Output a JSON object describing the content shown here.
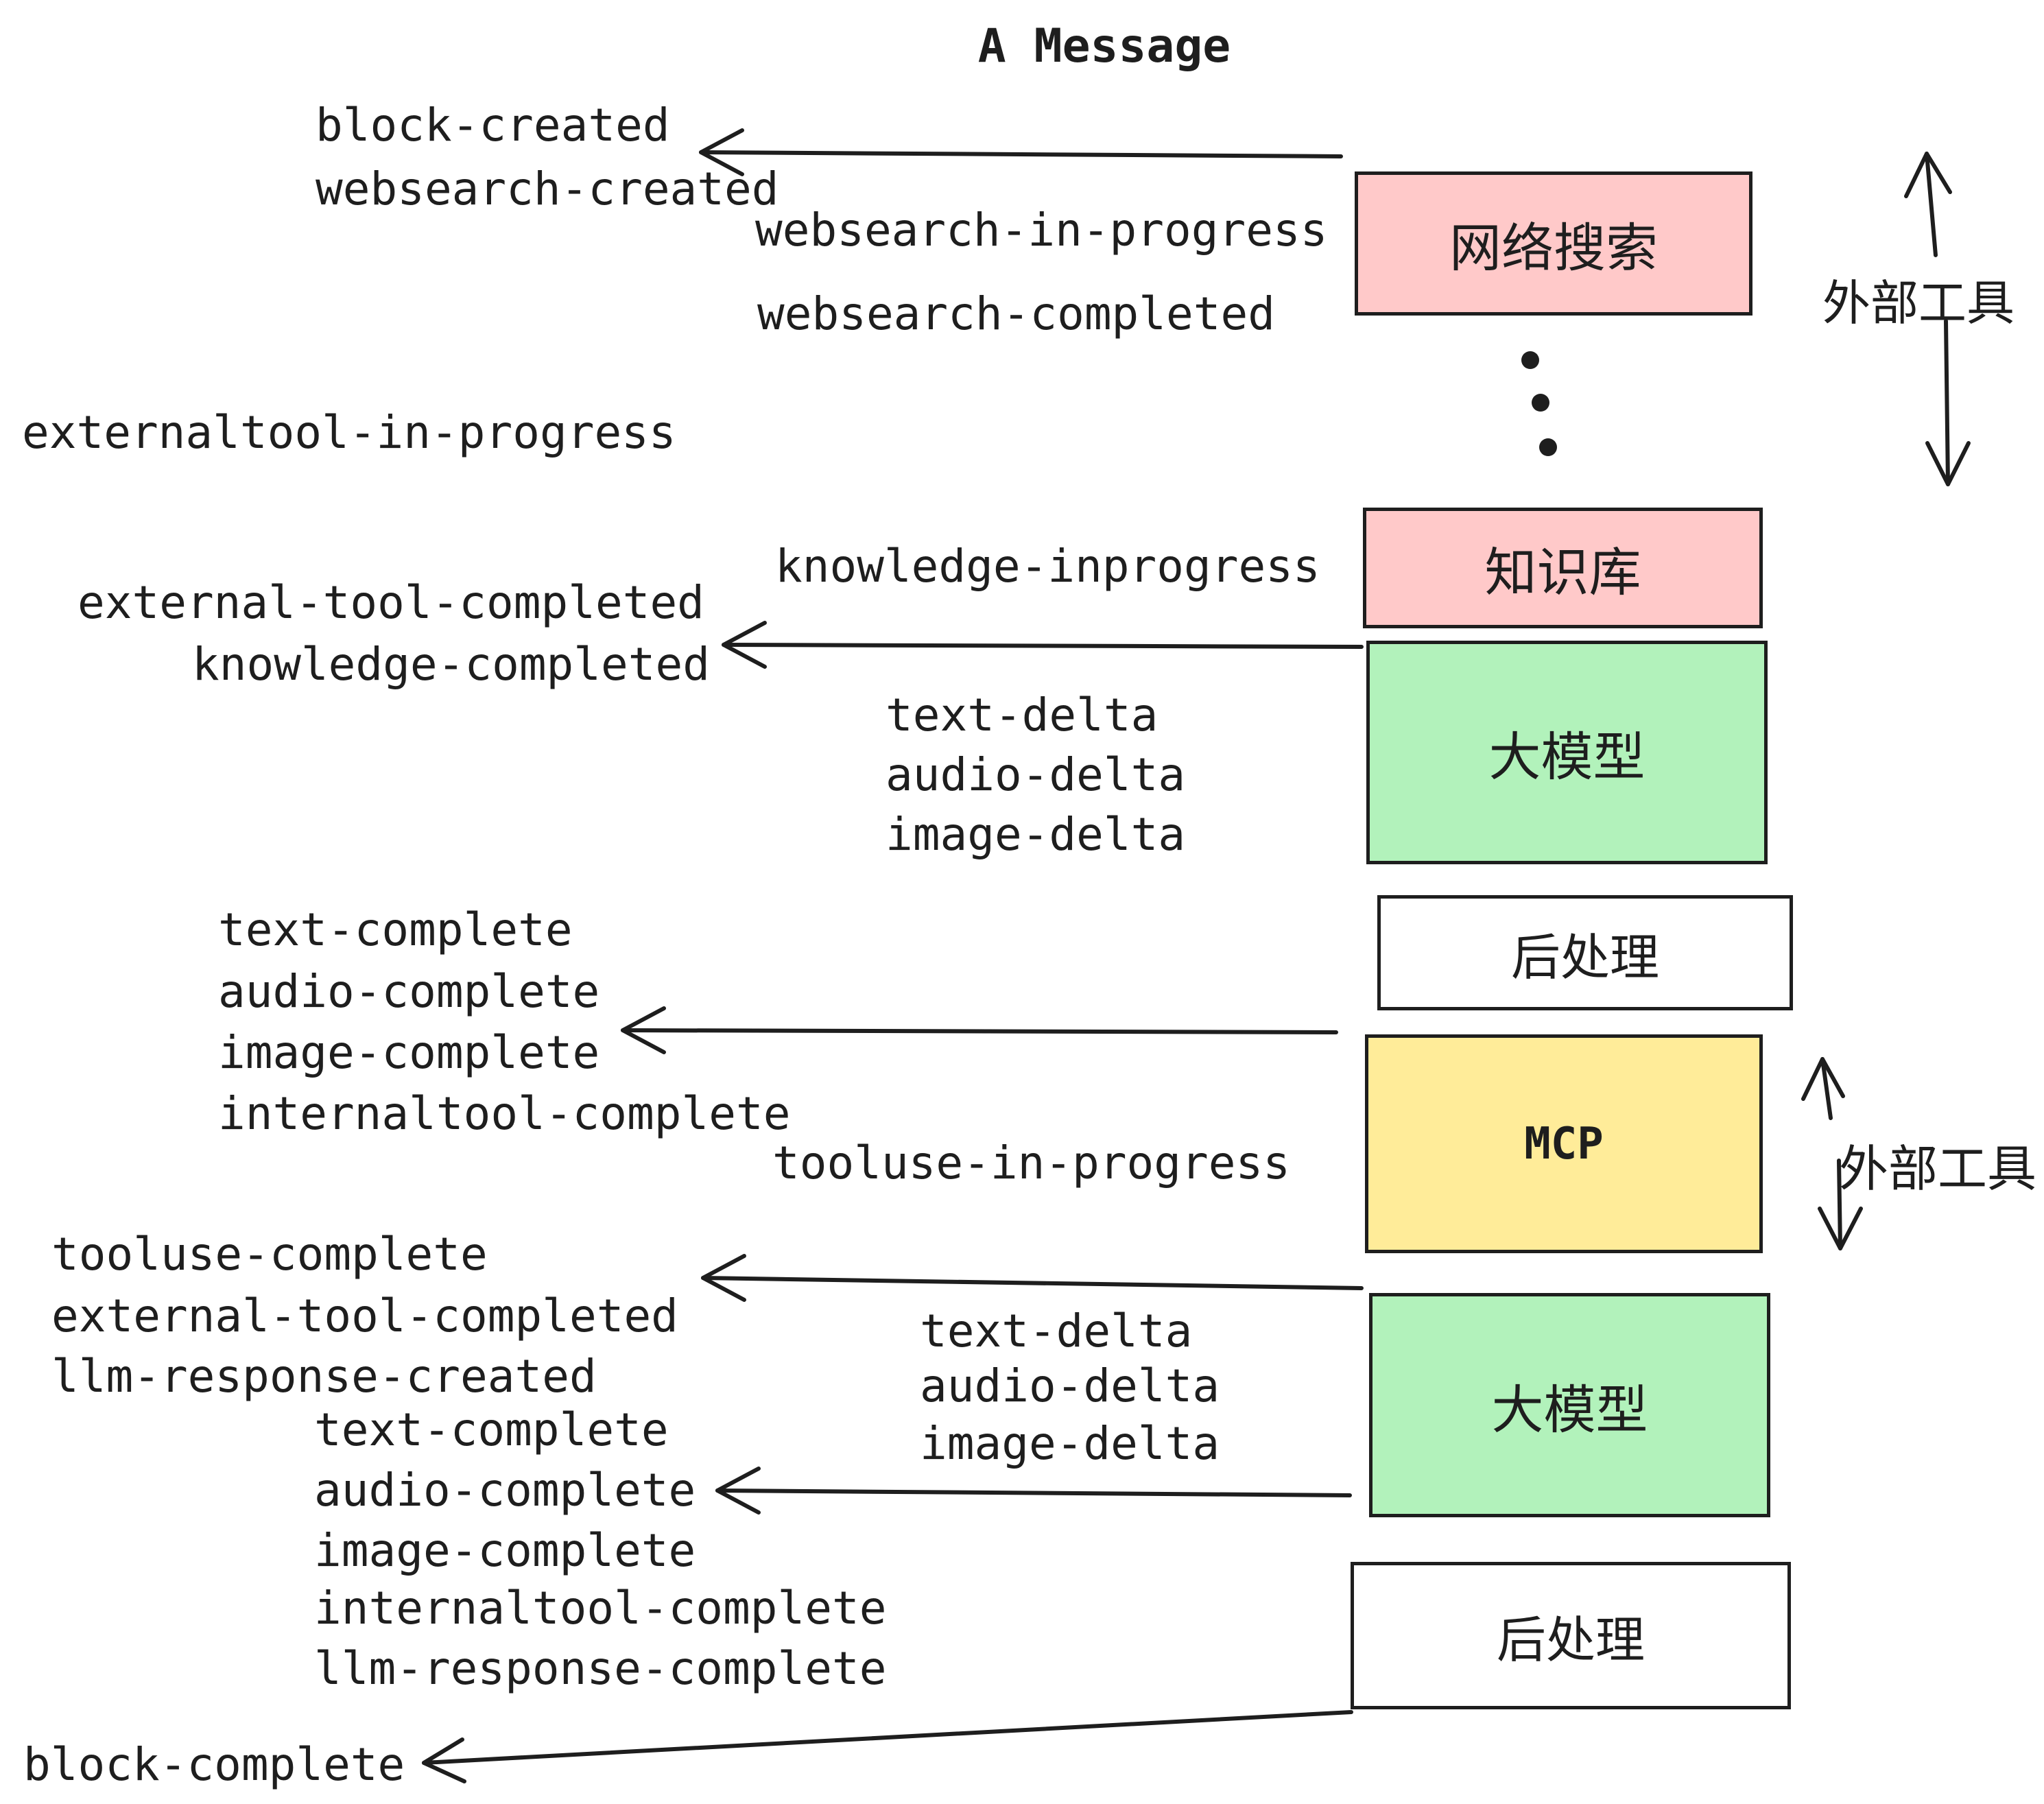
{
  "title": "A Message",
  "boxes": {
    "websearch": {
      "label": "网络搜索",
      "fill": "#ffc9c9"
    },
    "knowledge": {
      "label": "知识库",
      "fill": "#ffc9c9"
    },
    "llm1": {
      "label": "大模型",
      "fill": "#b2f2bb"
    },
    "post1": {
      "label": "后处理",
      "fill": "#ffffff"
    },
    "mcp": {
      "label": "MCP",
      "fill": "#ffec99"
    },
    "llm2": {
      "label": "大模型",
      "fill": "#b2f2bb"
    },
    "post2": {
      "label": "后处理",
      "fill": "#ffffff"
    }
  },
  "annotations": {
    "external_tool_top": "外部工具",
    "external_tool_mcp": "外部工具"
  },
  "events": {
    "block_created": "block-created",
    "websearch_created": "websearch-created",
    "websearch_in_progress": "websearch-in-progress",
    "websearch_completed": "websearch-completed",
    "externaltool_in_progress": "externaltool-in-progress",
    "knowledge_inprogress": "knowledge-inprogress",
    "external_tool_completed": "external-tool-completed",
    "knowledge_completed": "knowledge-completed",
    "text_delta": "text-delta",
    "audio_delta": "audio-delta",
    "image_delta": "image-delta",
    "text_complete": "text-complete",
    "audio_complete": "audio-complete",
    "image_complete": "image-complete",
    "internaltool_complete": "internaltool-complete",
    "tooluse_in_progress": "tooluse-in-progress",
    "tooluse_complete": "tooluse-complete",
    "llm_response_created": "llm-response-created",
    "llm_response_complete": "llm-response-complete",
    "block_complete": "block-complete"
  },
  "colors": {
    "ink": "#1e1e1e",
    "box_pink": "#ffc9c9",
    "box_green": "#b2f2bb",
    "box_yellow": "#ffec99",
    "box_white": "#ffffff",
    "background": "#ffffff"
  }
}
